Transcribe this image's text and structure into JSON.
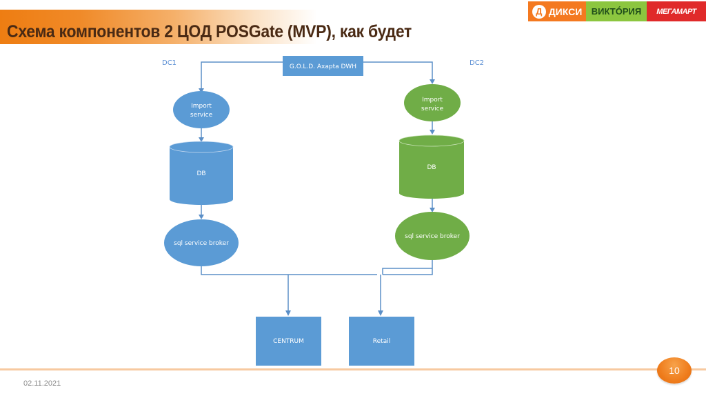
{
  "slide": {
    "title": "Схема компонентов 2 ЦОД POSGate (MVP), как будет",
    "date": "02.11.2021",
    "page_number": "10"
  },
  "logos": {
    "dixy": {
      "letter": "Д",
      "text": "ДИКСИ"
    },
    "victoria": {
      "text": "ВИКТÓРИЯ"
    },
    "megamart": {
      "text": "МЕГАМАРТ"
    }
  },
  "diagram": {
    "colors": {
      "blue": "#5b9bd5",
      "green": "#70ad47",
      "line": "#5b8fc7",
      "dc_label": "#5b8fd4"
    },
    "source": {
      "label": "G.O.L.D. Axapta DWH"
    },
    "dc1": {
      "label": "DC1",
      "import_service": [
        "Import",
        "service"
      ],
      "db": "DB",
      "broker": "sql service broker"
    },
    "dc2": {
      "label": "DC2",
      "import_service": [
        "Import",
        "service"
      ],
      "db": "DB",
      "broker": "sql service broker"
    },
    "targets": [
      {
        "label": "CENTRUM"
      },
      {
        "label": "Retail"
      }
    ]
  }
}
